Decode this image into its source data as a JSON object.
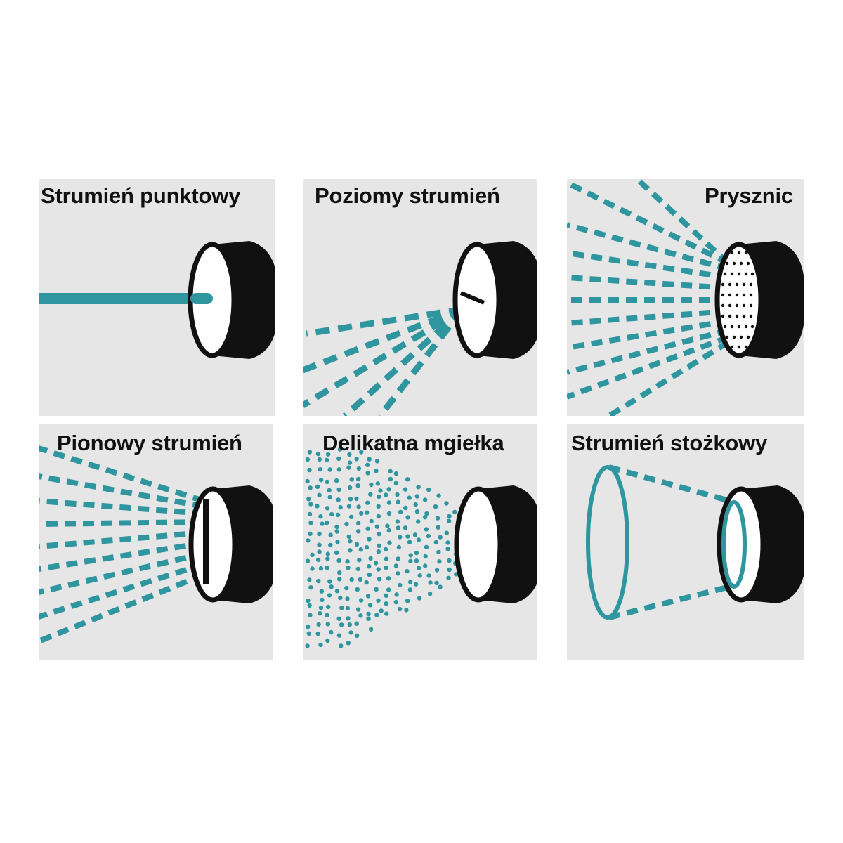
{
  "colors": {
    "accent": "#2f96a0",
    "nozzle": "#111111",
    "tile_background": "#e6e6e6",
    "page_background": "#ffffff"
  },
  "modes": [
    {
      "label": "Strumień punktowy",
      "icon": "jet-stream-nozzle-icon"
    },
    {
      "label": "Poziomy strumień",
      "icon": "flat-horizontal-spray-nozzle-icon"
    },
    {
      "label": "Prysznic",
      "icon": "shower-spray-nozzle-icon"
    },
    {
      "label": "Pionowy strumień",
      "icon": "flat-vertical-spray-nozzle-icon"
    },
    {
      "label": "Delikatna mgiełka",
      "icon": "mist-spray-nozzle-icon"
    },
    {
      "label": "Strumień stożkowy",
      "icon": "cone-spray-nozzle-icon"
    }
  ]
}
